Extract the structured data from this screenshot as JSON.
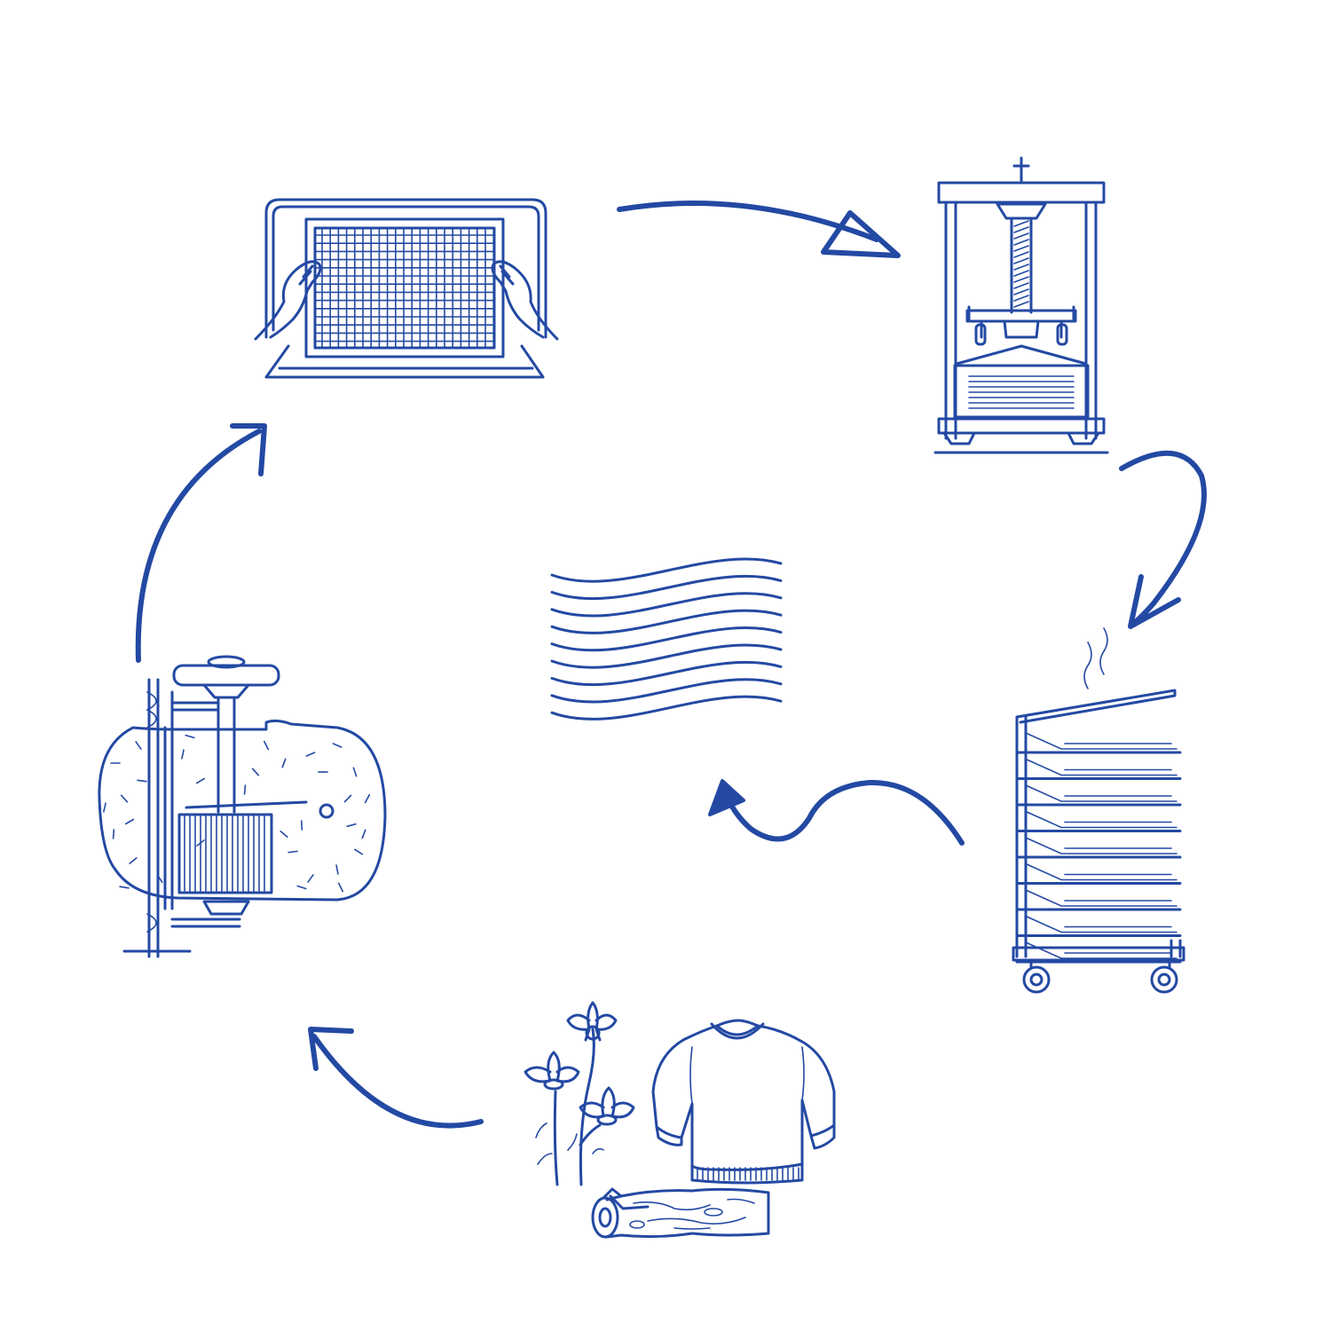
{
  "diagram": {
    "type": "cycle",
    "colors": {
      "stroke": "#2349a3",
      "background": "#ffffff"
    },
    "steps": [
      {
        "icon": "raw-materials-icon",
        "depicts": [
          "flowers",
          "sweater",
          "wood-log"
        ]
      },
      {
        "icon": "pulp-beater-vat-icon"
      },
      {
        "icon": "mould-and-deckle-icon"
      },
      {
        "icon": "screw-press-icon"
      },
      {
        "icon": "drying-rack-icon"
      },
      {
        "icon": "paper-sheets-icon"
      }
    ]
  }
}
